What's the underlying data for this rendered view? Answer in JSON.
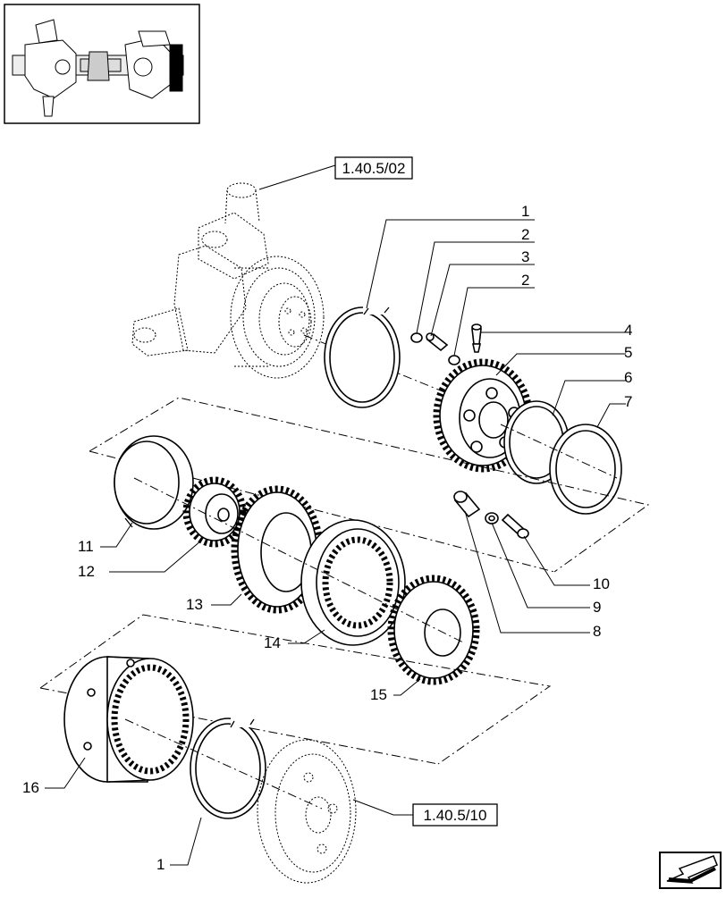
{
  "references": {
    "steering_knuckle": "1.40.5/02",
    "planetary_carrier": "1.40.5/10"
  },
  "callouts": {
    "c1_top": "1",
    "c2_upper": "2",
    "c3": "3",
    "c2_lower": "2",
    "c4": "4",
    "c5": "5",
    "c6": "6",
    "c7": "7",
    "c8": "8",
    "c9": "9",
    "c10": "10",
    "c11": "11",
    "c12": "12",
    "c13": "13",
    "c14": "14",
    "c15": "15",
    "c16": "16",
    "c1_bottom": "1"
  },
  "icons": {
    "thumbnail": "axle-assembly-thumbnail",
    "nav": "next-page-arrow-icon"
  }
}
